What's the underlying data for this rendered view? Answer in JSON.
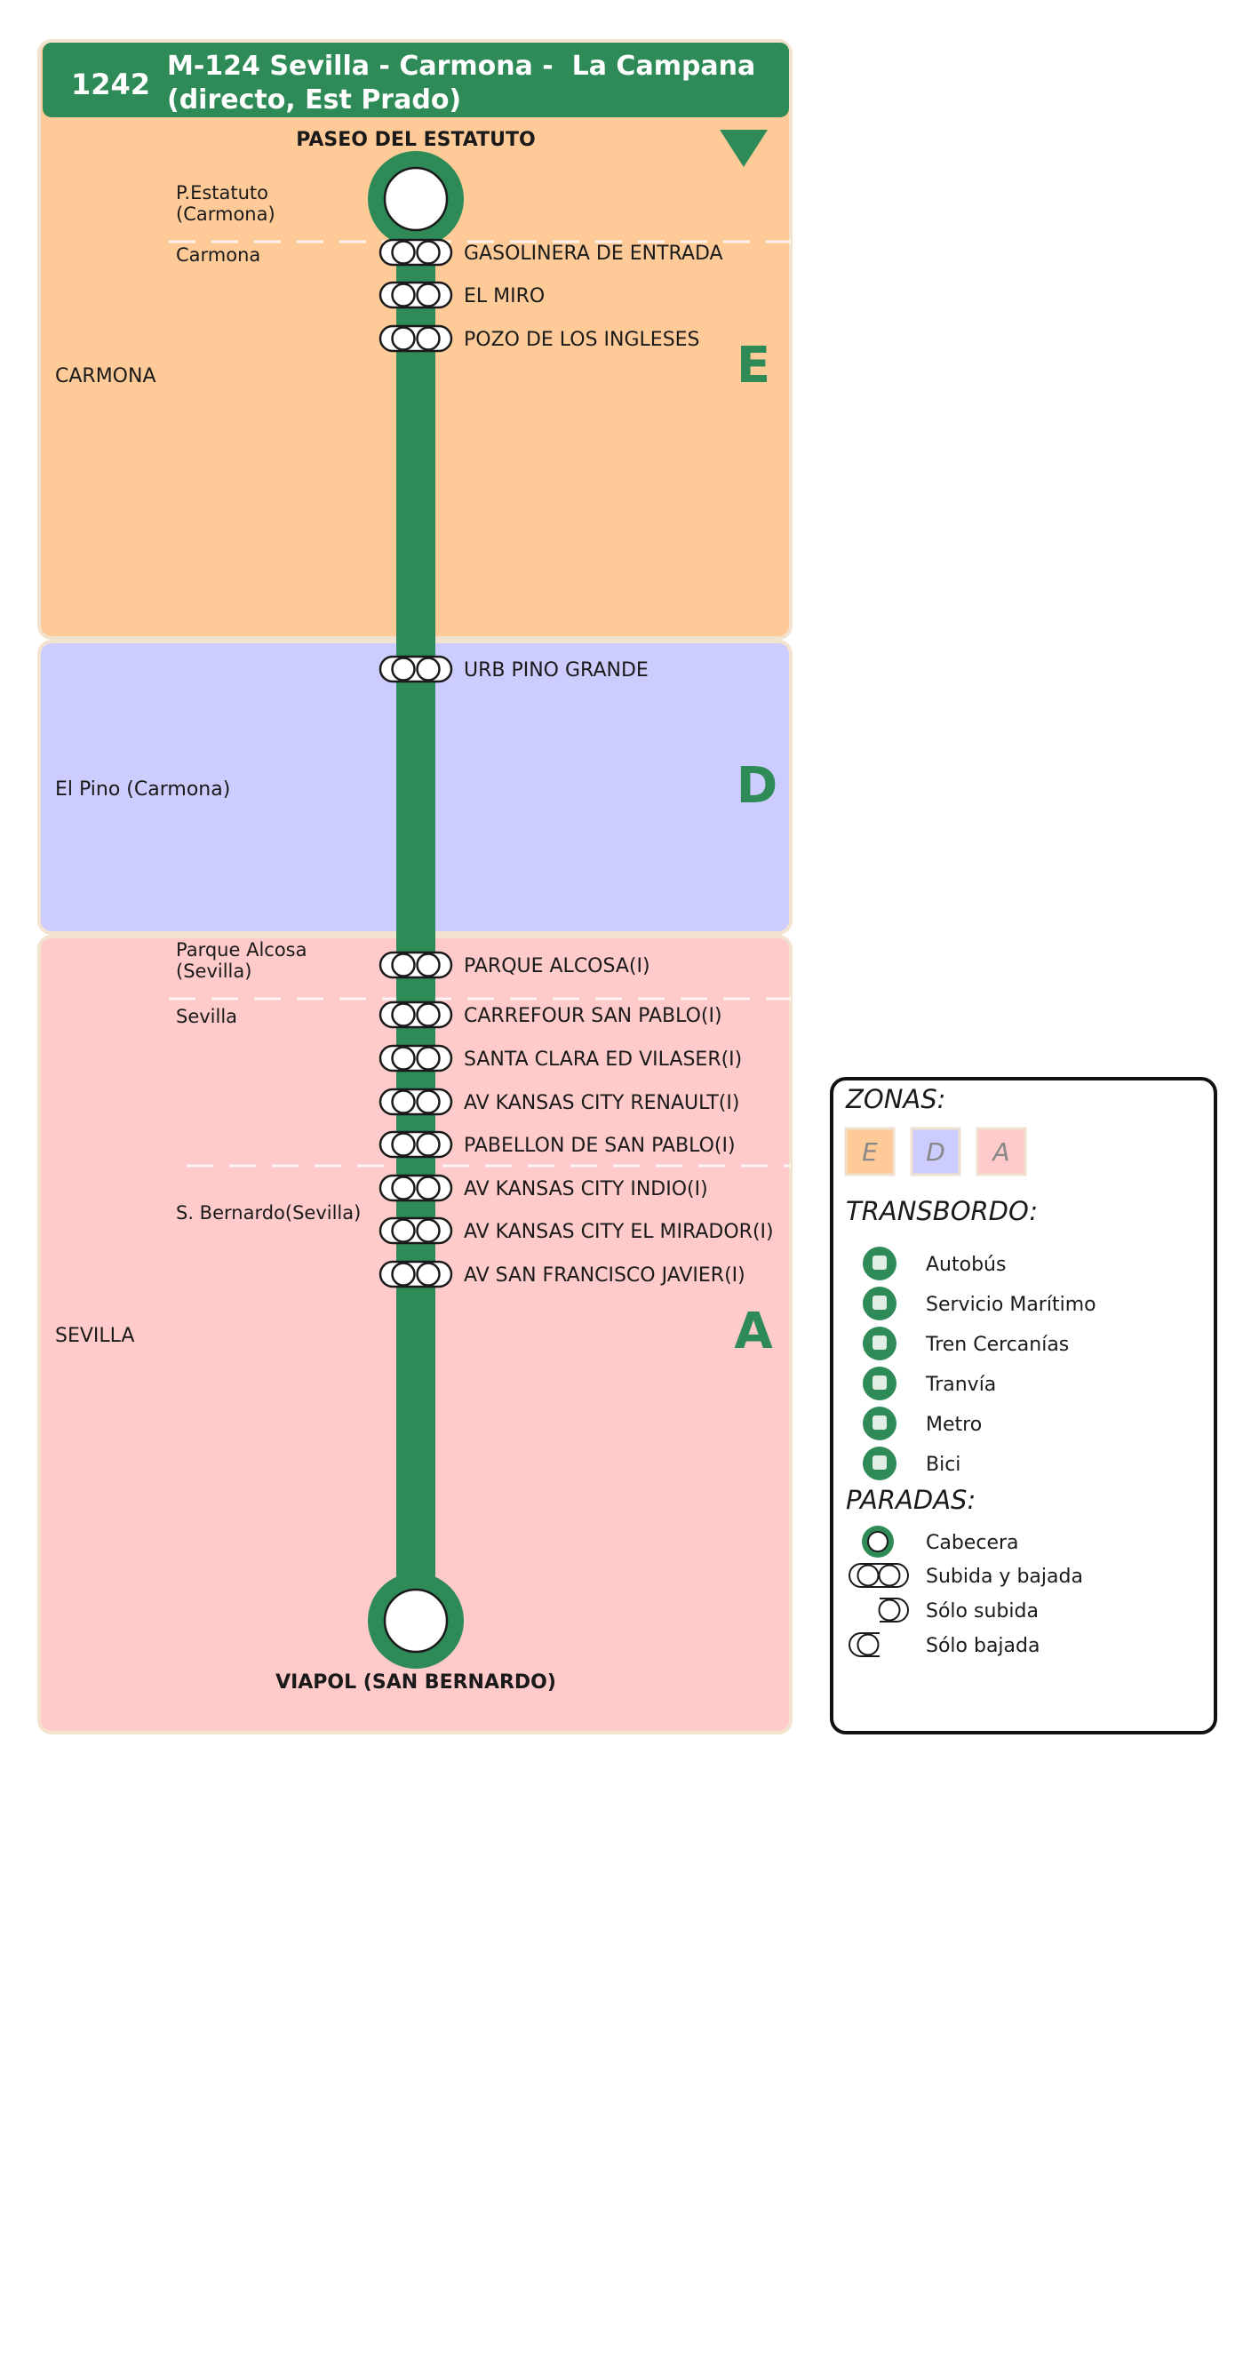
{
  "header": {
    "code": "1242",
    "title_line1": "M-124 Sevilla - Carmona -  La Campana",
    "title_line2": "(directo, Est Prado)",
    "color": "#2e8b57"
  },
  "zones": [
    {
      "letter": "E",
      "name": "CARMONA",
      "color": "#fecb98"
    },
    {
      "letter": "D",
      "name": "El Pino (Carmona)",
      "color": "#ccccfe"
    },
    {
      "letter": "A",
      "name": "SEVILLA",
      "color": "#fecaca"
    }
  ],
  "localities": [
    "P.Estatuto\n(Carmona)",
    "Carmona",
    "Parque Alcosa\n(Sevilla)",
    "Sevilla",
    "S. Bernardo(Sevilla)"
  ],
  "terminal_top": "PASEO DEL ESTATUTO",
  "terminal_bottom": "VIAPOL (SAN BERNARDO)",
  "stops": [
    "GASOLINERA DE ENTRADA",
    "EL MIRO",
    "POZO DE LOS INGLESES",
    "URB PINO GRANDE",
    "PARQUE ALCOSA(I)",
    "CARREFOUR SAN PABLO(I)",
    "SANTA CLARA ED VILASER(I)",
    "AV KANSAS CITY RENAULT(I)",
    "PABELLON DE SAN PABLO(I)",
    "AV KANSAS CITY INDIO(I)",
    "AV KANSAS CITY EL MIRADOR(I)",
    "AV SAN FRANCISCO JAVIER(I)"
  ],
  "legend": {
    "zonas_title": "ZONAS:",
    "zonas": [
      "E",
      "D",
      "A"
    ],
    "transbordo_title": "TRANSBORDO:",
    "transbordo": [
      {
        "label": "Autobús",
        "icon": "bus-icon"
      },
      {
        "label": "Servicio Marítimo",
        "icon": "ship-icon"
      },
      {
        "label": "Tren Cercanías",
        "icon": "train-icon"
      },
      {
        "label": "Tranvía",
        "icon": "tram-icon"
      },
      {
        "label": "Metro",
        "icon": "metro-icon"
      },
      {
        "label": "Bici",
        "icon": "bike-icon"
      }
    ],
    "paradas_title": "PARADAS:",
    "paradas": [
      "Cabecera",
      "Subida y bajada",
      "Sólo subida",
      "Sólo bajada"
    ]
  }
}
